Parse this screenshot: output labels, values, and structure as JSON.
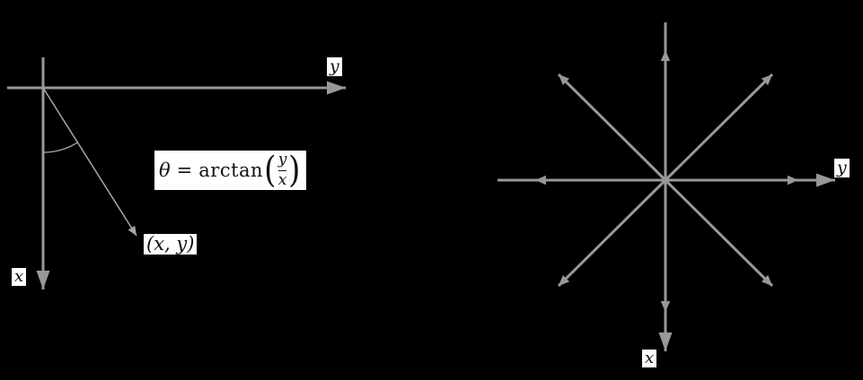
{
  "page": {
    "description": "Two math diagrams on black background: left shows rotated coordinate frame (y right, x down) with a vector to point (x, y), the angle arc from the x-axis, and the formula theta = arctan(y/x); right shows eight gray arrows radiating from a center point over the same rotated axes",
    "colors": {
      "background": "#000000",
      "axis_gray": "#989898",
      "thin_gray": "#a6a6a6",
      "label_bg": "#ffffff",
      "label_text": "#111111"
    }
  },
  "left_figure": {
    "y_axis_label": "y",
    "x_axis_label": "x",
    "point_label": "(x, y)",
    "formula": {
      "lhs": "θ",
      "equals": "=",
      "function": "arctan",
      "open_paren": "(",
      "numerator": "y",
      "denominator": "x",
      "close_paren": ")"
    }
  },
  "right_figure": {
    "y_axis_label": "y",
    "x_axis_label": "x",
    "arrow_directions": [
      "up",
      "up-right",
      "right",
      "down-right",
      "down",
      "down-left",
      "left",
      "up-left"
    ]
  }
}
